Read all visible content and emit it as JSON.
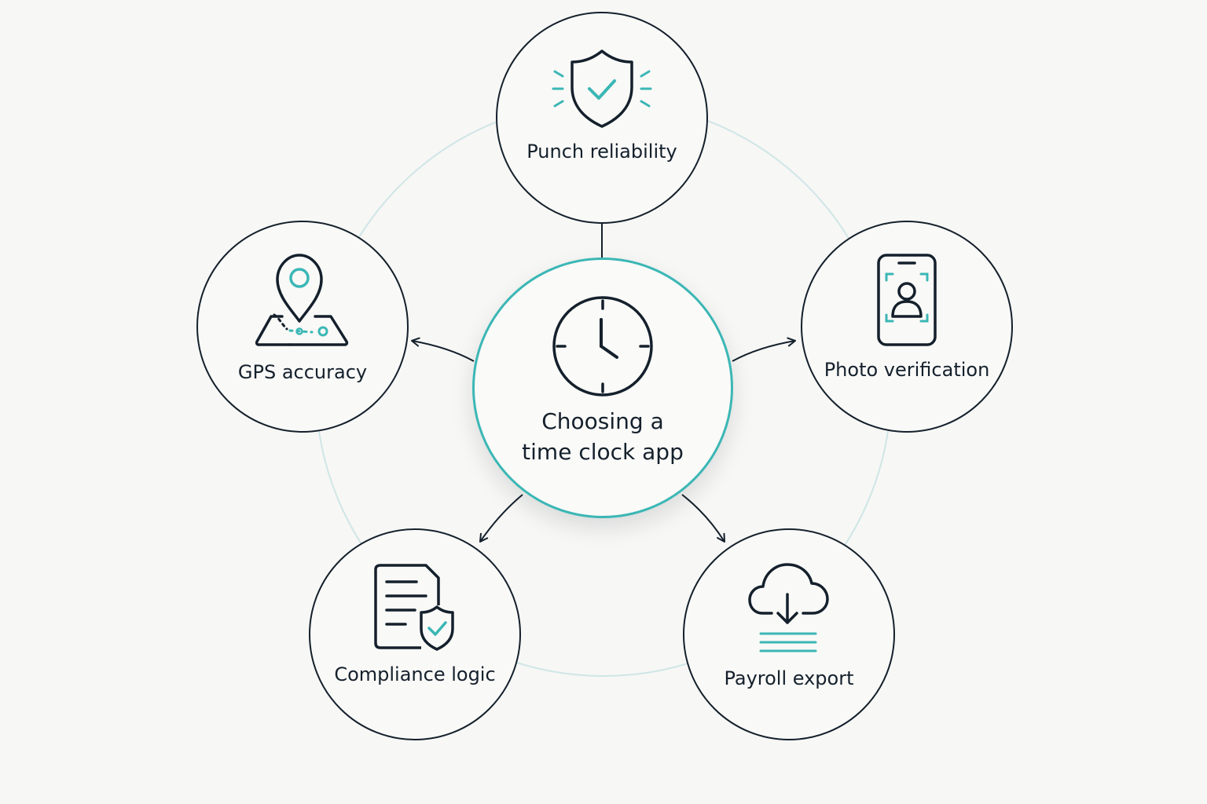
{
  "diagram": {
    "center": {
      "line1": "Choosing a",
      "line2": "time clock app",
      "icon": "clock-icon"
    },
    "nodes": [
      {
        "label": "Punch reliability",
        "icon": "shield-check-icon"
      },
      {
        "label": "Photo verification",
        "icon": "phone-face-scan-icon"
      },
      {
        "label": "Payroll export",
        "icon": "cloud-download-icon"
      },
      {
        "label": "Compliance logic",
        "icon": "document-shield-icon"
      },
      {
        "label": "GPS accuracy",
        "icon": "map-pin-route-icon"
      }
    ]
  },
  "colors": {
    "ink": "#14202c",
    "accent": "#3bb7b5",
    "ring": "#cfe6e6",
    "background": "#f7f7f5"
  }
}
